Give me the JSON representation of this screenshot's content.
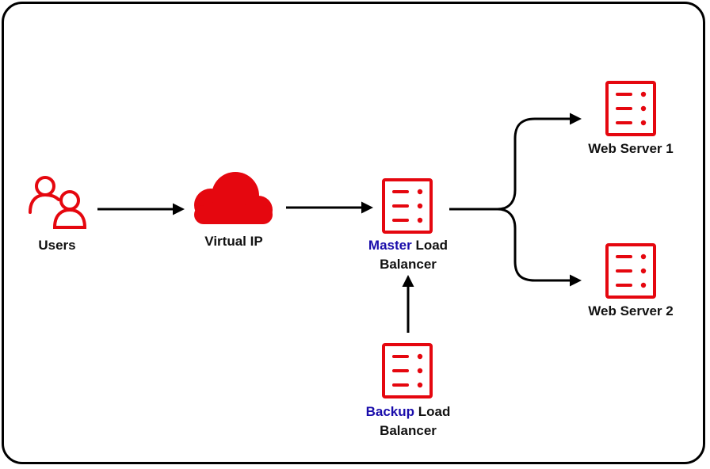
{
  "nodes": {
    "users": {
      "label": "Users",
      "icon": "users-icon"
    },
    "virtual_ip": {
      "label": "Virtual IP",
      "icon": "cloud-icon"
    },
    "master_lb": {
      "accent": "Master",
      "line1_rest": " Load",
      "line2": "Balancer",
      "icon": "server-icon"
    },
    "backup_lb": {
      "accent": "Backup",
      "line1_rest": " Load",
      "line2": "Balancer",
      "icon": "server-icon"
    },
    "web_server_1": {
      "label": "Web Server 1",
      "icon": "server-icon"
    },
    "web_server_2": {
      "label": "Web Server 2",
      "icon": "server-icon"
    }
  },
  "colors": {
    "icon": "#e5070f",
    "accent_text": "#1a0dab",
    "arrow": "#000000"
  }
}
